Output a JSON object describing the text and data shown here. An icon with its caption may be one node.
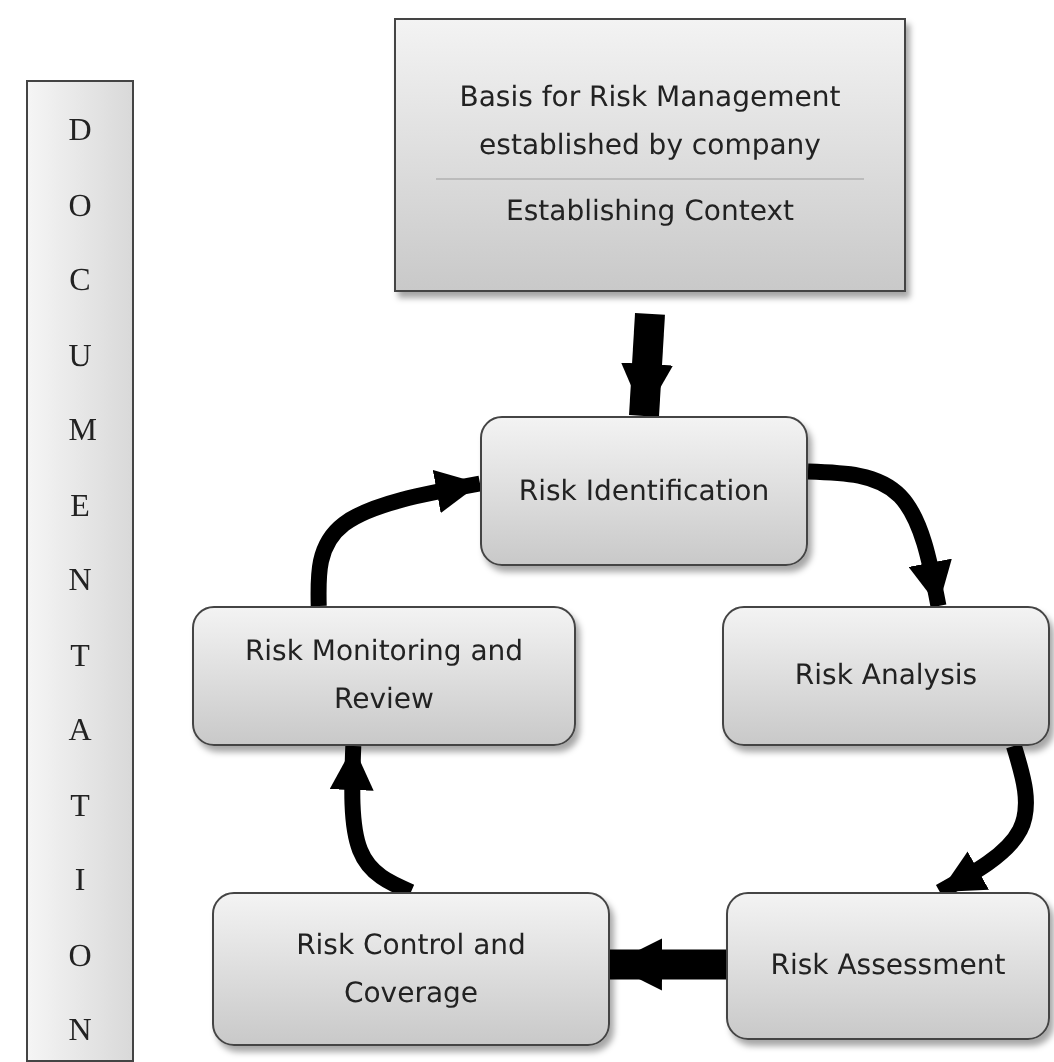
{
  "diagram": {
    "nodes": [
      {
        "text": [
          "DOCUMENTATION"
        ]
      },
      {
        "text": [
          "Basis for Risk Management established by company",
          "Establishing Context"
        ]
      },
      {
        "text": [
          "Risk Identification"
        ]
      },
      {
        "text": [
          "Risk Monitoring and Review"
        ]
      },
      {
        "text": [
          "Risk Analysis"
        ]
      },
      {
        "text": [
          "Risk Control and Coverage"
        ]
      },
      {
        "text": [
          "Risk Assessment"
        ]
      }
    ],
    "edges": [
      {
        "from": 1,
        "to": 2,
        "arrow": "to",
        "style": "thick"
      },
      {
        "from": 2,
        "to": 4,
        "arrow": "to"
      },
      {
        "from": 4,
        "to": 6,
        "arrow": "to"
      },
      {
        "from": 6,
        "to": 5,
        "arrow": "to",
        "style": "thick"
      },
      {
        "from": 5,
        "to": 3,
        "arrow": "to"
      },
      {
        "from": 3,
        "to": 2,
        "arrow": "to"
      }
    ]
  }
}
